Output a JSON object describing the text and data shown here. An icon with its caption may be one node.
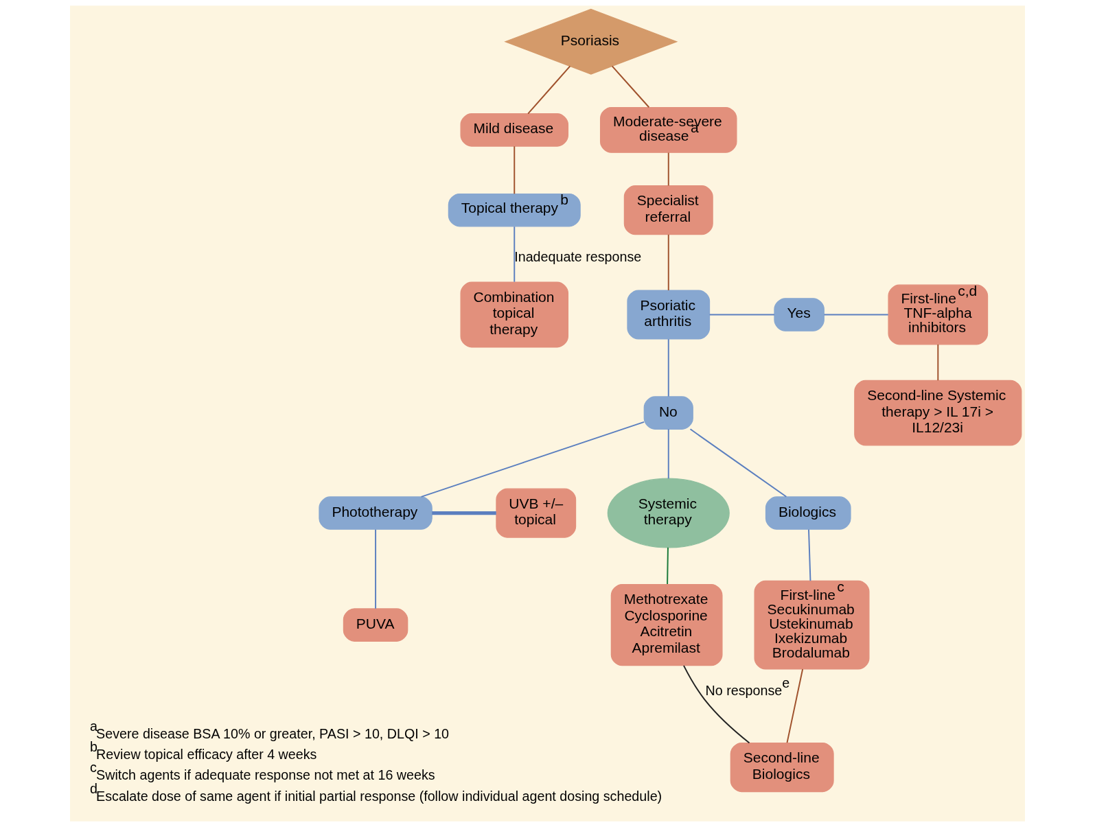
{
  "diagram": {
    "nodes": [
      {
        "text": [
          "Psoriasis"
        ]
      },
      {
        "text": [
          "Mild disease"
        ]
      },
      {
        "text": [
          "Moderate-severe disease$^{a}$"
        ]
      },
      {
        "text": [
          "Topical therapy$^{b}$"
        ]
      },
      {
        "text": [
          "Combination topical therapy"
        ]
      },
      {
        "text": [
          "Specialist referral"
        ]
      },
      {
        "text": [
          "Psoriatic arthritis"
        ]
      },
      {
        "text": [
          "Yes"
        ]
      },
      {
        "text": [
          "First-line$^{c,d}$ TNF-alpha inhibitors"
        ]
      },
      {
        "text": [
          "Second-line Systemic therapy > IL 17i > IL12/23i"
        ]
      },
      {
        "text": [
          "No"
        ]
      },
      {
        "text": [
          "UVB +/– topical"
        ]
      },
      {
        "text": [
          "Phototherapy"
        ]
      },
      {
        "text": [
          "Systemic therapy"
        ]
      },
      {
        "text": [
          "Biologics"
        ]
      },
      {
        "text": [
          "PUVA"
        ]
      },
      {
        "text": [
          "Methotrexate Cyclosporine Acitretin Apremilast"
        ]
      },
      {
        "text": [
          "First-line$^{c}$ Secukinumab Ustekinumab Ixekizumab Brodalumab"
        ]
      },
      {
        "text": [
          "Second-line Biologics"
        ]
      }
    ],
    "edges": [
      {
        "from": 0,
        "to": 1,
        "arrow": "none",
        "color": "#a0522d"
      },
      {
        "from": 0,
        "to": 2,
        "arrow": "none",
        "color": "#a0522d"
      },
      {
        "from": 1,
        "to": 3,
        "arrow": "none",
        "color": "#a0522d"
      },
      {
        "from": 3,
        "to": 4,
        "arrow": "none",
        "label": "Inadequate response"
      },
      {
        "from": 2,
        "to": 5,
        "arrow": "none",
        "color": "#a0522d"
      },
      {
        "from": 5,
        "to": 6,
        "arrow": "none",
        "color": "#a0522d"
      },
      {
        "from": 6,
        "to": 7,
        "arrow": "none"
      },
      {
        "from": 7,
        "to": 8,
        "arrow": "none"
      },
      {
        "from": 8,
        "to": 9,
        "arrow": "none",
        "color": "#a0522d"
      },
      {
        "from": 6,
        "to": 10,
        "arrow": "none"
      },
      {
        "from": 10,
        "to": 12,
        "arrow": "none"
      },
      {
        "from": 10,
        "to": 13,
        "arrow": "none"
      },
      {
        "from": 10,
        "to": 14,
        "arrow": "none"
      },
      {
        "from": 12,
        "to": 11,
        "arrow": "none",
        "style": "thick"
      },
      {
        "from": 12,
        "to": 15,
        "arrow": "none"
      },
      {
        "from": 13,
        "to": 16,
        "arrow": "none",
        "color": "#1a7a3a"
      },
      {
        "from": 14,
        "to": 17,
        "arrow": "none"
      },
      {
        "from": 17,
        "to": 18,
        "arrow": "none",
        "color": "#a0522d"
      },
      {
        "from": 16,
        "to": 18,
        "arrow": "none",
        "label": "No response$^{e}$",
        "color": "#222222"
      }
    ],
    "labels": [
      "$^{a}$Severe disease BSA 10% or greater, PASI > 10, DLQI > 10",
      "$^{b}$Review topical efficacy after 4 weeks",
      "$^{c}$Switch agents if adequate response not met at 16 weeks",
      "$^{d}$Escalate dose of same agent if initial partial response (follow individual agent dosing schedule)"
    ]
  }
}
